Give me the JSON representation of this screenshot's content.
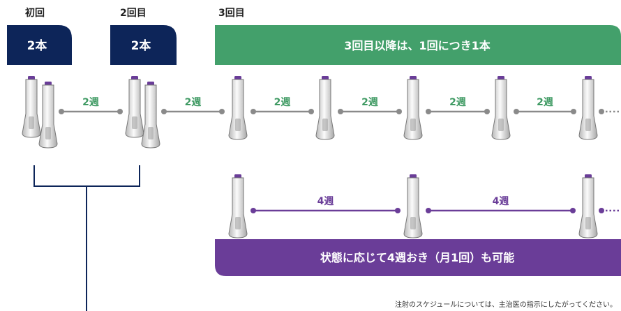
{
  "headers": {
    "first": "初回",
    "second": "2回目",
    "third": "3回目"
  },
  "boxes": {
    "first": "2本",
    "second": "2本"
  },
  "banner_green": "3回目以降は、1回につき1本",
  "banner_purple": "状態に応じて4週おき（月1回）も可能",
  "row1_gaps": [
    "2週",
    "2週",
    "2週",
    "2週",
    "2週",
    "2週"
  ],
  "row2_gaps": [
    "4週",
    "4週"
  ],
  "footnote": "注射のスケジュールについては、主治医の指示にしたがってください。",
  "colors": {
    "navy": "#0d2559",
    "green": "#43a06b",
    "purple": "#6a3d98",
    "gray": "#8a8a8a"
  }
}
